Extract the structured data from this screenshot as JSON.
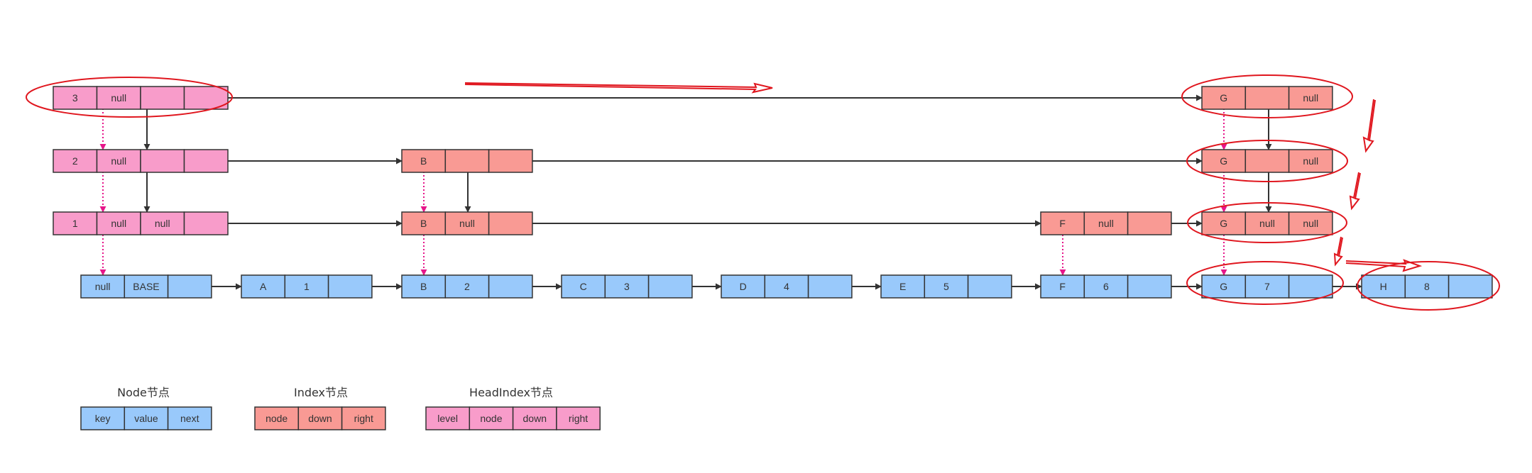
{
  "colors": {
    "node": "#99c9fb",
    "index": "#f99a94",
    "head": "#f89cca",
    "border": "#333333",
    "arrow": "#333333",
    "down_link": "#e6168a",
    "highlight": "#e0161e"
  },
  "head_nodes": [
    {
      "level": "3",
      "node": "null",
      "down": "",
      "right": ""
    },
    {
      "level": "2",
      "node": "null",
      "down": "",
      "right": ""
    },
    {
      "level": "1",
      "node": "null",
      "down": "null",
      "right": ""
    }
  ],
  "index_nodes": {
    "b2": {
      "node": "B",
      "down": "",
      "right": ""
    },
    "b1": {
      "node": "B",
      "down": "null",
      "right": ""
    },
    "f1": {
      "node": "F",
      "down": "null",
      "right": ""
    },
    "g3": {
      "node": "G",
      "down": "",
      "right": "null"
    },
    "g2": {
      "node": "G",
      "down": "",
      "right": "null"
    },
    "g1": {
      "node": "G",
      "down": "null",
      "right": "null"
    }
  },
  "base_nodes": [
    {
      "key": "null",
      "value": "BASE",
      "next": ""
    },
    {
      "key": "A",
      "value": "1",
      "next": ""
    },
    {
      "key": "B",
      "value": "2",
      "next": ""
    },
    {
      "key": "C",
      "value": "3",
      "next": ""
    },
    {
      "key": "D",
      "value": "4",
      "next": ""
    },
    {
      "key": "E",
      "value": "5",
      "next": ""
    },
    {
      "key": "F",
      "value": "6",
      "next": ""
    },
    {
      "key": "G",
      "value": "7",
      "next": ""
    },
    {
      "key": "H",
      "value": "8",
      "next": ""
    }
  ],
  "legend": {
    "node": {
      "title": "Node节点",
      "fields": [
        "key",
        "value",
        "next"
      ]
    },
    "index": {
      "title": "Index节点",
      "fields": [
        "node",
        "down",
        "right"
      ]
    },
    "head": {
      "title": "HeadIndex节点",
      "fields": [
        "level",
        "node",
        "down",
        "right"
      ]
    }
  }
}
